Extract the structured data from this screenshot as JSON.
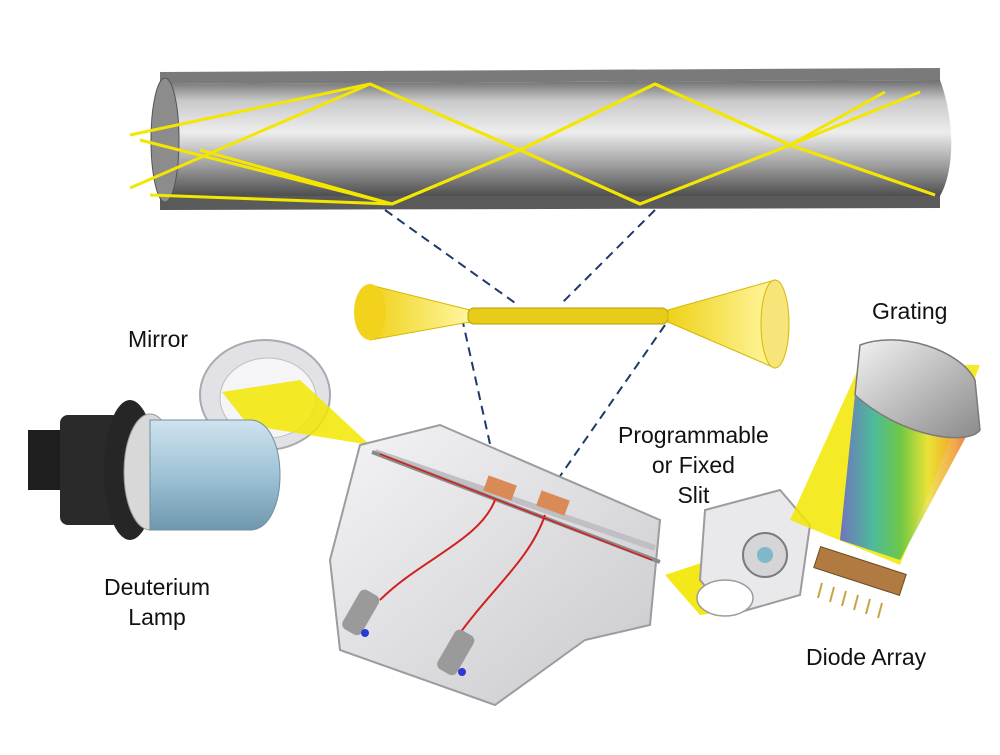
{
  "labels": {
    "mirror": "Mirror",
    "grating": "Grating",
    "slit": [
      "Programmable",
      "or Fixed",
      "Slit"
    ],
    "lamp": [
      "Deuterium",
      "Lamp"
    ],
    "diode_array": "Diode Array"
  },
  "colors": {
    "light_beam": "#f3e600",
    "beam_cone": "#f7e23a",
    "capillary_wall": "#a8a8a8",
    "dashed_guide": "#1d3a6b",
    "lamp_glass": "#9ec3d6",
    "lamp_base": "#222222",
    "flow_cell_body": "#e6e6e8",
    "tubing": "#d22020",
    "slit_clamp": "#d98a57"
  },
  "icons": {
    "lamp": "deuterium-lamp-icon",
    "mirror": "mirror-icon",
    "flow_cell": "flow-cell-icon",
    "slit": "slit-housing-icon",
    "grating": "grating-icon",
    "diode_array": "diode-array-icon"
  }
}
